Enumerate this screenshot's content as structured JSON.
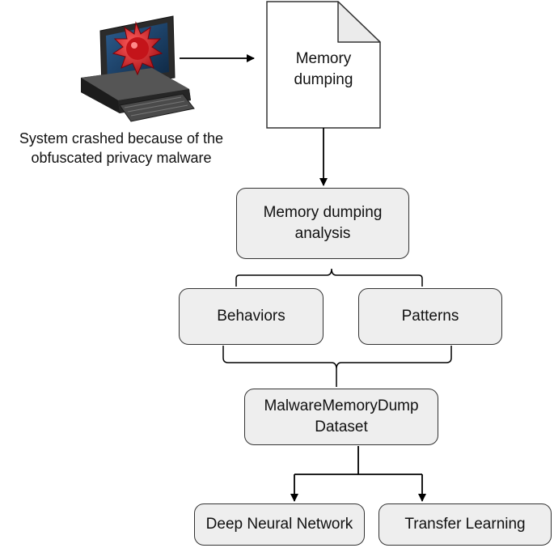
{
  "caption": "System crashed because of the\nobfuscated privacy malware",
  "memory_dumping_doc": "Memory\ndumping",
  "nodes": {
    "analysis": "Memory dumping\nanalysis",
    "behaviors": "Behaviors",
    "patterns": "Patterns",
    "dataset": "MalwareMemoryDump\nDataset",
    "deep_neural_network": "Deep Neural Network",
    "transfer_learning": "Transfer Learning"
  },
  "colors": {
    "box_fill": "#eeeeee",
    "stroke": "#333333",
    "malware_virus": "#d0161c"
  },
  "icons": {
    "computer": "computer-with-virus-icon",
    "document": "document-icon"
  }
}
